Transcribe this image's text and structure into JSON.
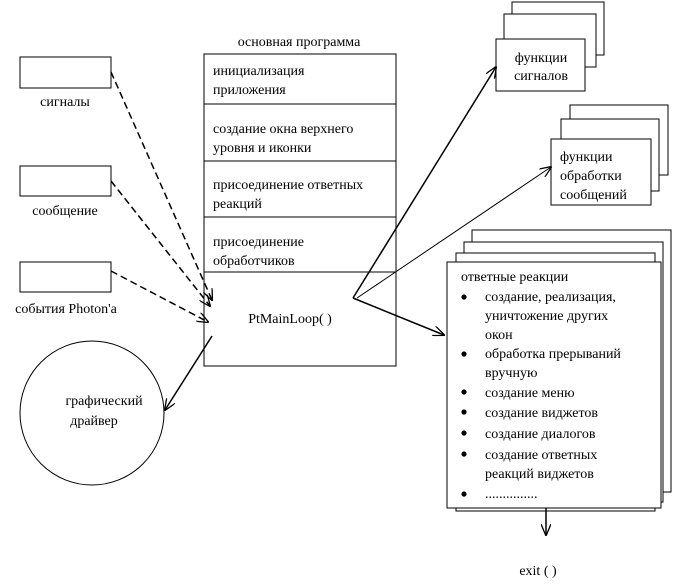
{
  "main_program": {
    "title": "основная программа",
    "steps": [
      [
        "инициализация",
        "приложения"
      ],
      [
        "создание окна верхнего",
        "уровня и иконки"
      ],
      [
        "присоединение ответных",
        "реакций"
      ],
      [
        "присоединение",
        "обработчиков"
      ]
    ],
    "loop": "PtMainLoop( )"
  },
  "sources": [
    {
      "label": "сигналы"
    },
    {
      "label": "сообщение"
    },
    {
      "label": "события Photon'a"
    }
  ],
  "driver": {
    "lines": [
      "графический",
      "драйвер"
    ]
  },
  "signal_functions": {
    "lines": [
      "функции",
      "сигналов"
    ]
  },
  "message_handlers": {
    "lines": [
      "функции",
      "обработки",
      "сообщений"
    ]
  },
  "callbacks": {
    "title": "ответные реакции",
    "items": [
      [
        "создание, реализация,",
        "уничтожение других",
        "окон"
      ],
      [
        "обработка прерываний",
        "вручную"
      ],
      [
        "создание меню"
      ],
      [
        "создание виджетов"
      ],
      [
        "создание диалогов"
      ],
      [
        "создание ответных",
        "реакций виджетов"
      ],
      [
        "..............."
      ]
    ]
  },
  "exit": "exit ( )"
}
